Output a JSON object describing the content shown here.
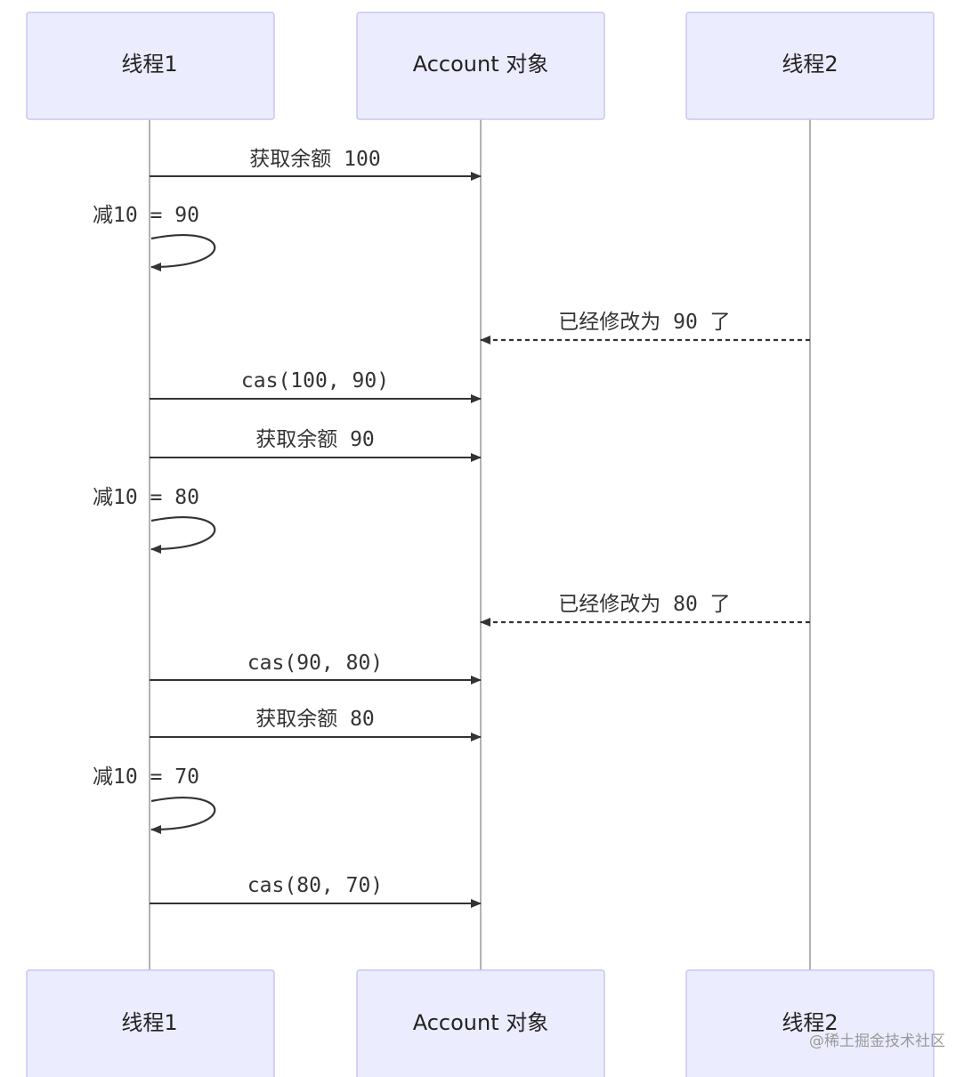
{
  "actors": [
    {
      "id": "t1",
      "label": "线程1"
    },
    {
      "id": "acc",
      "label": "Account 对象"
    },
    {
      "id": "t2",
      "label": "线程2"
    }
  ],
  "messages": [
    {
      "from": "t1",
      "to": "acc",
      "label": "获取余额 100",
      "style": "solid"
    },
    {
      "from": "t1",
      "to": "t1",
      "label": "减10 = 90",
      "style": "self"
    },
    {
      "from": "t2",
      "to": "acc",
      "label": "已经修改为 90 了",
      "style": "dashed"
    },
    {
      "from": "t1",
      "to": "acc",
      "label": "cas(100, 90)",
      "style": "solid"
    },
    {
      "from": "t1",
      "to": "acc",
      "label": "获取余额 90",
      "style": "solid"
    },
    {
      "from": "t1",
      "to": "t1",
      "label": "减10 = 80",
      "style": "self"
    },
    {
      "from": "t2",
      "to": "acc",
      "label": "已经修改为 80 了",
      "style": "dashed"
    },
    {
      "from": "t1",
      "to": "acc",
      "label": "cas(90, 80)",
      "style": "solid"
    },
    {
      "from": "t1",
      "to": "acc",
      "label": "获取余额 80",
      "style": "solid"
    },
    {
      "from": "t1",
      "to": "t1",
      "label": "减10 = 70",
      "style": "self"
    },
    {
      "from": "t1",
      "to": "acc",
      "label": "cas(80, 70)",
      "style": "solid"
    }
  ],
  "watermark": "@稀土掘金技术社区"
}
